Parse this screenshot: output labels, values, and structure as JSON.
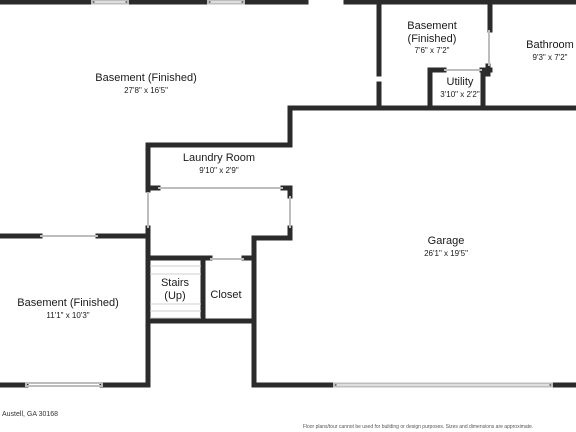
{
  "rooms": [
    {
      "name": "Basement (Finished)",
      "dims": "27'8\" x 16'5\""
    },
    {
      "name": "Basement (Finished)",
      "dims": "7'6\" x 7'2\""
    },
    {
      "name": "Bathroom",
      "dims": "9'3\" x 7'2\""
    },
    {
      "name": "Utility",
      "dims": "3'10\" x 2'2\""
    },
    {
      "name": "Laundry Room",
      "dims": "9'10\" x 2'9\""
    },
    {
      "name": "Garage",
      "dims": "26'1\" x 19'5\""
    },
    {
      "name": "Stairs (Up)",
      "dims": ""
    },
    {
      "name": "Closet",
      "dims": ""
    },
    {
      "name": "Basement (Finished)",
      "dims": "11'1\" x 10'3\""
    }
  ],
  "stairs_line1": "Stairs",
  "stairs_line2": "(Up)",
  "footer": {
    "address": "Austell, GA 30168",
    "disclaimer": "Floor plans/tour cannot be used for building or design purposes. Sizes and dimensions are approximate."
  },
  "colors": {
    "wall": "#2b2b2b",
    "window": "#bdbdbd",
    "background": "#ffffff"
  }
}
